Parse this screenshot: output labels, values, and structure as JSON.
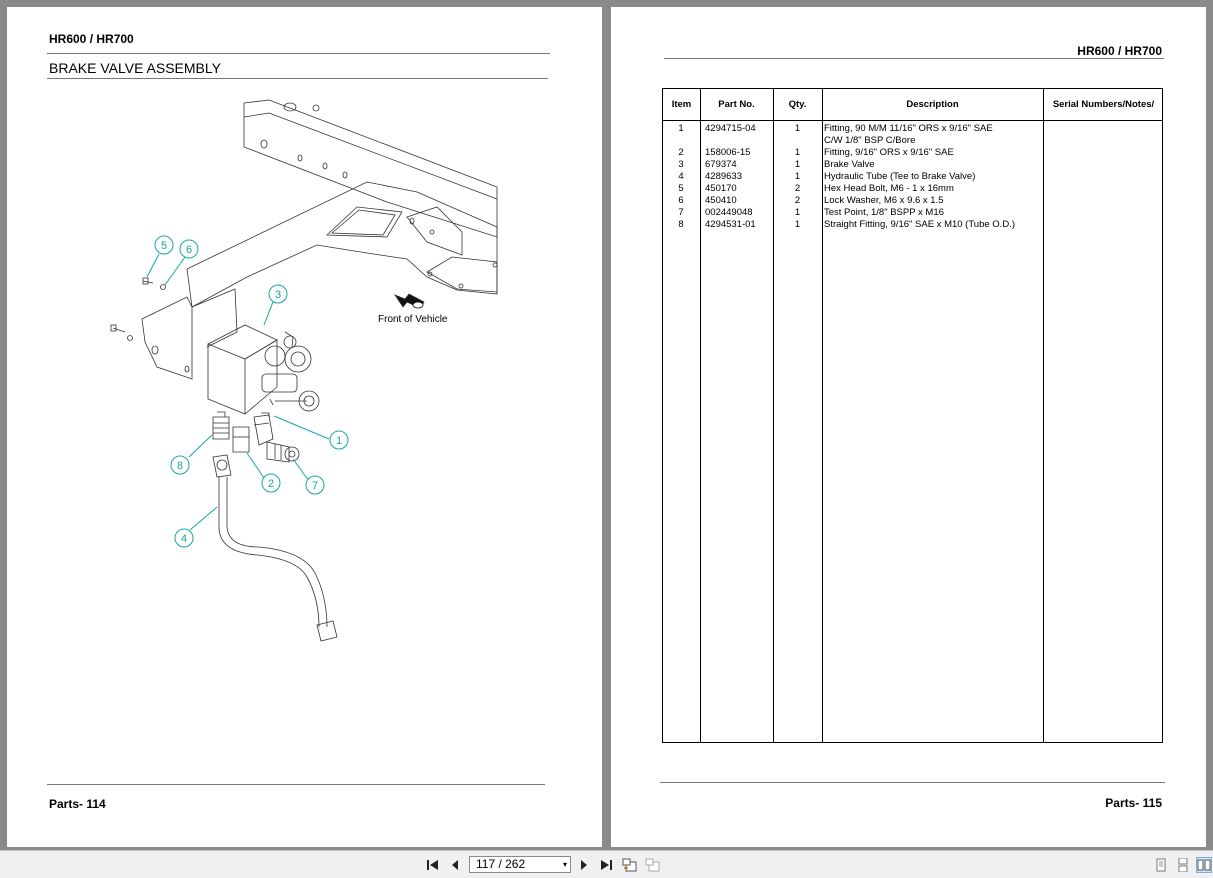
{
  "left_page": {
    "header": "HR600 / HR700",
    "section_title": "BRAKE VALVE ASSEMBLY",
    "caption": "Front of Vehicle",
    "callouts": [
      "5",
      "6",
      "3",
      "1",
      "8",
      "2",
      "7",
      "4"
    ],
    "footer": "Parts- 114"
  },
  "right_page": {
    "header": "HR600 / HR700",
    "footer": "Parts- 115",
    "table": {
      "columns": [
        "Item",
        "Part No.",
        "Qty.",
        "Description",
        "Serial Numbers/Notes/"
      ],
      "rows": [
        {
          "item": "1",
          "part": "4294715-04",
          "qty": "1",
          "desc": "Fitting, 90 M/M 11/16\" ORS x 9/16\" SAE"
        },
        {
          "item": "",
          "part": "",
          "qty": "",
          "desc": "C/W 1/8\" BSP C/Bore"
        },
        {
          "item": "2",
          "part": "158006-15",
          "qty": "1",
          "desc": "Fitting, 9/16\" ORS x 9/16\" SAE"
        },
        {
          "item": "3",
          "part": "679374",
          "qty": "1",
          "desc": "Brake Valve"
        },
        {
          "item": "4",
          "part": "4289633",
          "qty": "1",
          "desc": "Hydraulic Tube (Tee to Brake Valve)"
        },
        {
          "item": "5",
          "part": "450170",
          "qty": "2",
          "desc": "Hex Head Bolt, M6 - 1 x 16mm"
        },
        {
          "item": "6",
          "part": "450410",
          "qty": "2",
          "desc": "Lock Washer, M6 x 9.6 x 1.5"
        },
        {
          "item": "7",
          "part": "002449048",
          "qty": "1",
          "desc": "Test Point, 1/8\" BSPP x M16"
        },
        {
          "item": "8",
          "part": "4294531-01",
          "qty": "1",
          "desc": "Straight Fitting, 9/16\" SAE x M10 (Tube O.D.)"
        }
      ]
    }
  },
  "toolbar": {
    "page_indicator": "117 / 262"
  },
  "colors": {
    "callout": "#17a7a0",
    "viewer_bg": "#8a8a8a",
    "toolbar_bg": "#f0f0f0"
  }
}
